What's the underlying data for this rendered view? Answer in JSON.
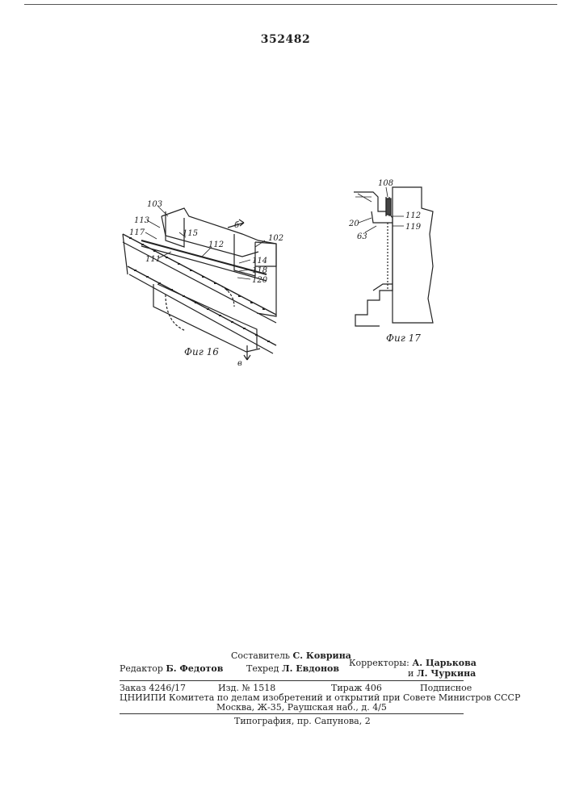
{
  "header": {
    "patent_number": "352482"
  },
  "figures": {
    "fig16": {
      "caption": "Фиг 16",
      "labels": [
        "103",
        "113",
        "117",
        "115",
        "112",
        "б",
        "102",
        "111",
        "114",
        "118",
        "120",
        "в"
      ]
    },
    "fig17": {
      "caption": "Фиг 17",
      "labels": [
        "108",
        "20",
        "112",
        "63",
        "119"
      ]
    }
  },
  "imprint": {
    "compiler_label": "Составитель",
    "compiler_name": "С. Коврина",
    "editor_label": "Редактор",
    "editor_name": "Б. Федотов",
    "techred_label": "Техред",
    "techred_name": "Л. Евдонов",
    "correctors_label": "Корректоры:",
    "corrector_1": "А. Царькова",
    "corrector_2_prefix": "и",
    "corrector_2": "Л. Чуркина",
    "order": "Заказ 4246/17",
    "edition": "Изд. № 1518",
    "print_run": "Тираж 406",
    "subscription": "Подписное",
    "org_line": "ЦНИИПИ Комитета по делам изобретений и открытий при Совете Министров СССР",
    "address": "Москва, Ж-35, Раушская наб., д. 4/5",
    "printer": "Типография, пр. Сапунова, 2"
  }
}
